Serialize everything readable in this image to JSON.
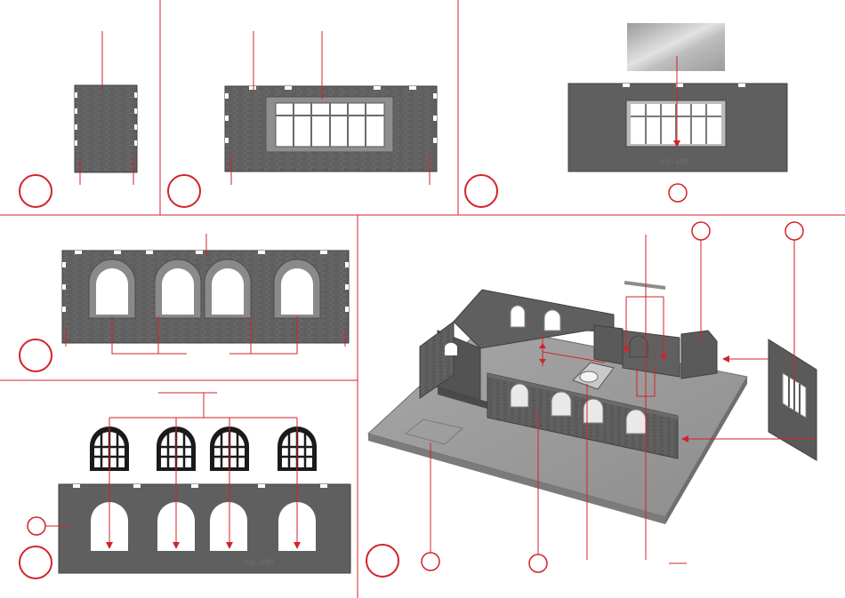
{
  "steps": [
    {
      "id": "step-1",
      "wall_type": "pillar-wall"
    },
    {
      "id": "step-2",
      "wall_type": "window-wall"
    },
    {
      "id": "step-3",
      "wall_type": "window-glazing",
      "embossed_code": "-68-40P"
    },
    {
      "id": "step-4",
      "wall_type": "arched-window-wall"
    },
    {
      "id": "step-5",
      "wall_type": "arched-window-frames",
      "embossed_code": "-68-40P"
    },
    {
      "id": "step-6",
      "wall_type": "building-assembly"
    }
  ],
  "colors": {
    "callout_red": "#d2232a",
    "wall_grey": "#5f5f5f",
    "brick_dark": "#4a4a4a",
    "window_frame": "#1a1a1a",
    "baseplate_grey": "#9a9a9a"
  }
}
